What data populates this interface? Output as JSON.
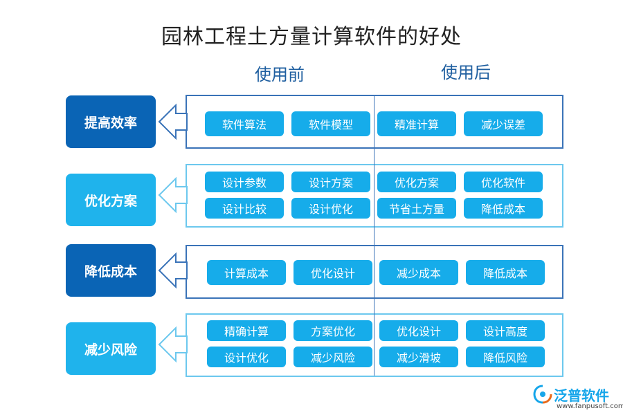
{
  "title": "园林工程土方量计算软件的好处",
  "columns": {
    "before": "使用前",
    "after": "使用后"
  },
  "rows": [
    {
      "label": "提高效率",
      "before": [
        "软件算法",
        "软件模型"
      ],
      "after": [
        "精准计算",
        "减少误差"
      ]
    },
    {
      "label": "优化方案",
      "before": [
        "设计参数",
        "设计方案",
        "设计比较",
        "设计优化"
      ],
      "after": [
        "优化方案",
        "优化软件",
        "节省土方量",
        "降低成本"
      ]
    },
    {
      "label": "降低成本",
      "before": [
        "计算成本",
        "优化设计"
      ],
      "after": [
        "减少成本",
        "降低成本"
      ]
    },
    {
      "label": "减少风险",
      "before": [
        "精确计算",
        "方案优化",
        "设计优化",
        "减少风险"
      ],
      "after": [
        "优化设计",
        "设计高度",
        "减少滑坡",
        "降低风险"
      ]
    }
  ],
  "logo": {
    "name": "泛普软件",
    "url": "www.fanpusoft.com"
  },
  "colors": {
    "dark": "#0a64b5",
    "light": "#1fb3ec",
    "pill": "#16acea",
    "frame": "#3a73b8"
  }
}
